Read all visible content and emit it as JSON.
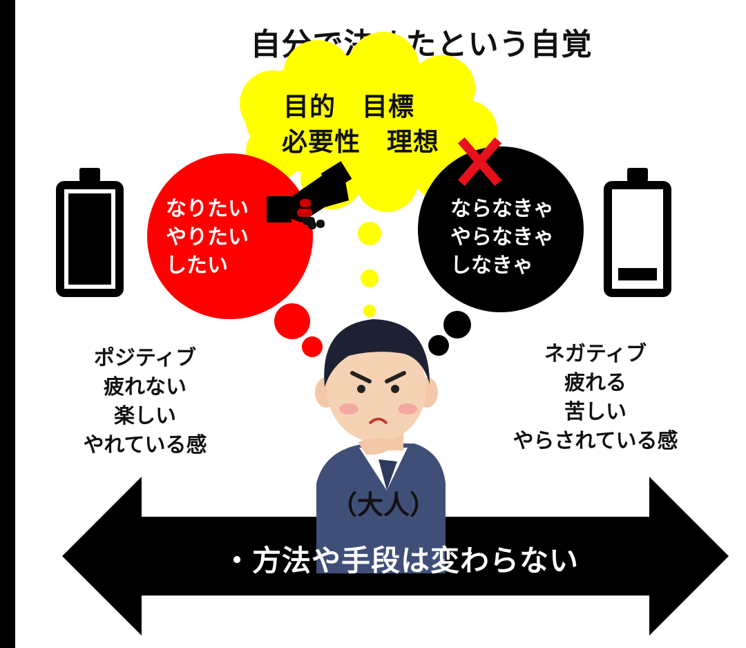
{
  "title": "自分で決めたという自覚",
  "cloud": {
    "line1": "目的　目標",
    "line2": "必要性　理想"
  },
  "positive_bubble": {
    "line1": "なりたい",
    "line2": "やりたい",
    "line3": "したい"
  },
  "negative_bubble": {
    "line1": "ならなきゃ",
    "line2": "やらなきゃ",
    "line3": "しなきゃ"
  },
  "positive_side": {
    "line1": "ポジティブ",
    "line2": "疲れない",
    "line3": "楽しい",
    "line4": "やれている感"
  },
  "negative_side": {
    "line1": "ネガティブ",
    "line2": "疲れる",
    "line3": "苦しい",
    "line4": "やらされている感"
  },
  "person_label": "（大人）",
  "arrow_label": "・方法や手段は変わらない",
  "battery_full_level": 1.0,
  "battery_low_level": 0.15,
  "colors": {
    "cloud": "#ffff00",
    "positive": "#ff0000",
    "negative": "#000000",
    "cross": "#e8101a"
  },
  "icons": [
    "battery-full-icon",
    "battery-low-icon",
    "handshake-icon",
    "cross-icon",
    "businessman-illustration"
  ]
}
